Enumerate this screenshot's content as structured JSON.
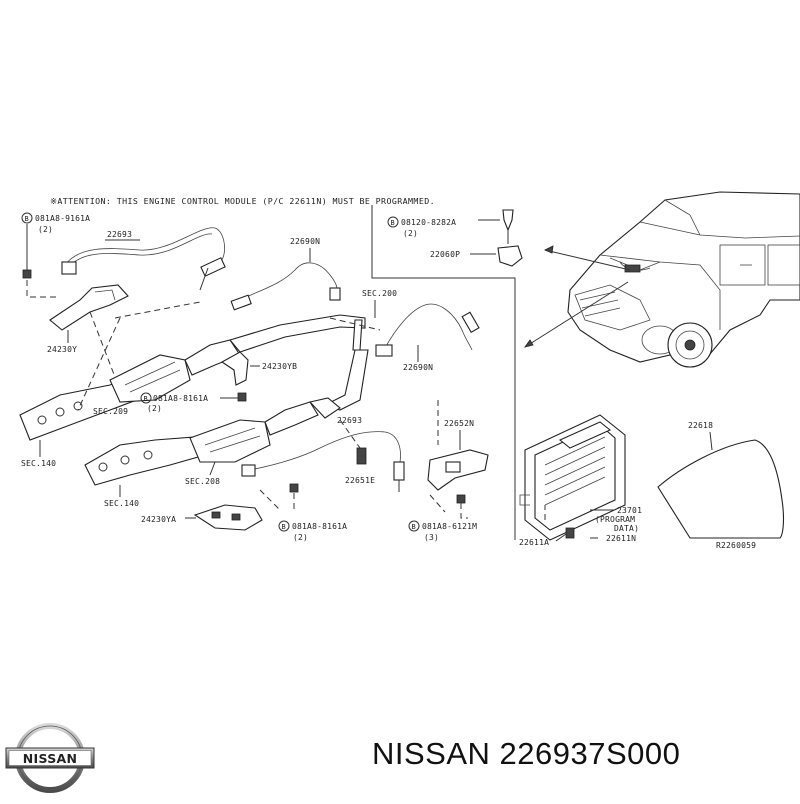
{
  "diagram": {
    "attention_note": "※ATTENTION: THIS ENGINE CONTROL MODULE (P/C 22611N) MUST BE PROGRAMMED.",
    "code": "R2260059",
    "labels": {
      "bolt_081A8_9161A_top": "081A8-9161A",
      "bolt_081A8_9161A_top_qty": "(2)",
      "sensor_22693_top": "22693",
      "bracket_24230Y": "24230Y",
      "sec_209": "SEC.209",
      "sec_140_left": "SEC.140",
      "sensor_22690N_top": "22690N",
      "sec_200": "SEC.200",
      "bracket_24230YB": "24230YB",
      "bolt_081A8_8161A_mid": "081A8-8161A",
      "bolt_081A8_8161A_mid_qty": "(2)",
      "sensor_22690N_right": "22690N",
      "sensor_22693_mid": "22693",
      "sensor_22652N": "22652N",
      "part_22651E": "22651E",
      "sec_208": "SEC.208",
      "sec_140_bottom": "SEC.140",
      "bracket_24230YA": "24230YA",
      "bolt_081A8_8161A_bottom": "081A8-8161A",
      "bolt_081A8_8161A_bottom_qty": "(2)",
      "bolt_081A8_6121M": "081A8-6121M",
      "bolt_081A8_6121M_qty": "(3)",
      "bolt_08120_8282A": "08120-8282A",
      "bolt_08120_8282A_qty": "(2)",
      "sensor_22060P": "22060P",
      "ecm_23701": "23701",
      "ecm_program_1": "(PROGRAM",
      "ecm_program_2": "DATA)",
      "ecm_22611N": "22611N",
      "screw_22611A": "22611A",
      "cover_22618": "22618",
      "circle_b": "B"
    }
  },
  "footer": {
    "brand_logo_text": "NISSAN",
    "brand_name": "NISSAN",
    "part_number": "226937S000"
  }
}
